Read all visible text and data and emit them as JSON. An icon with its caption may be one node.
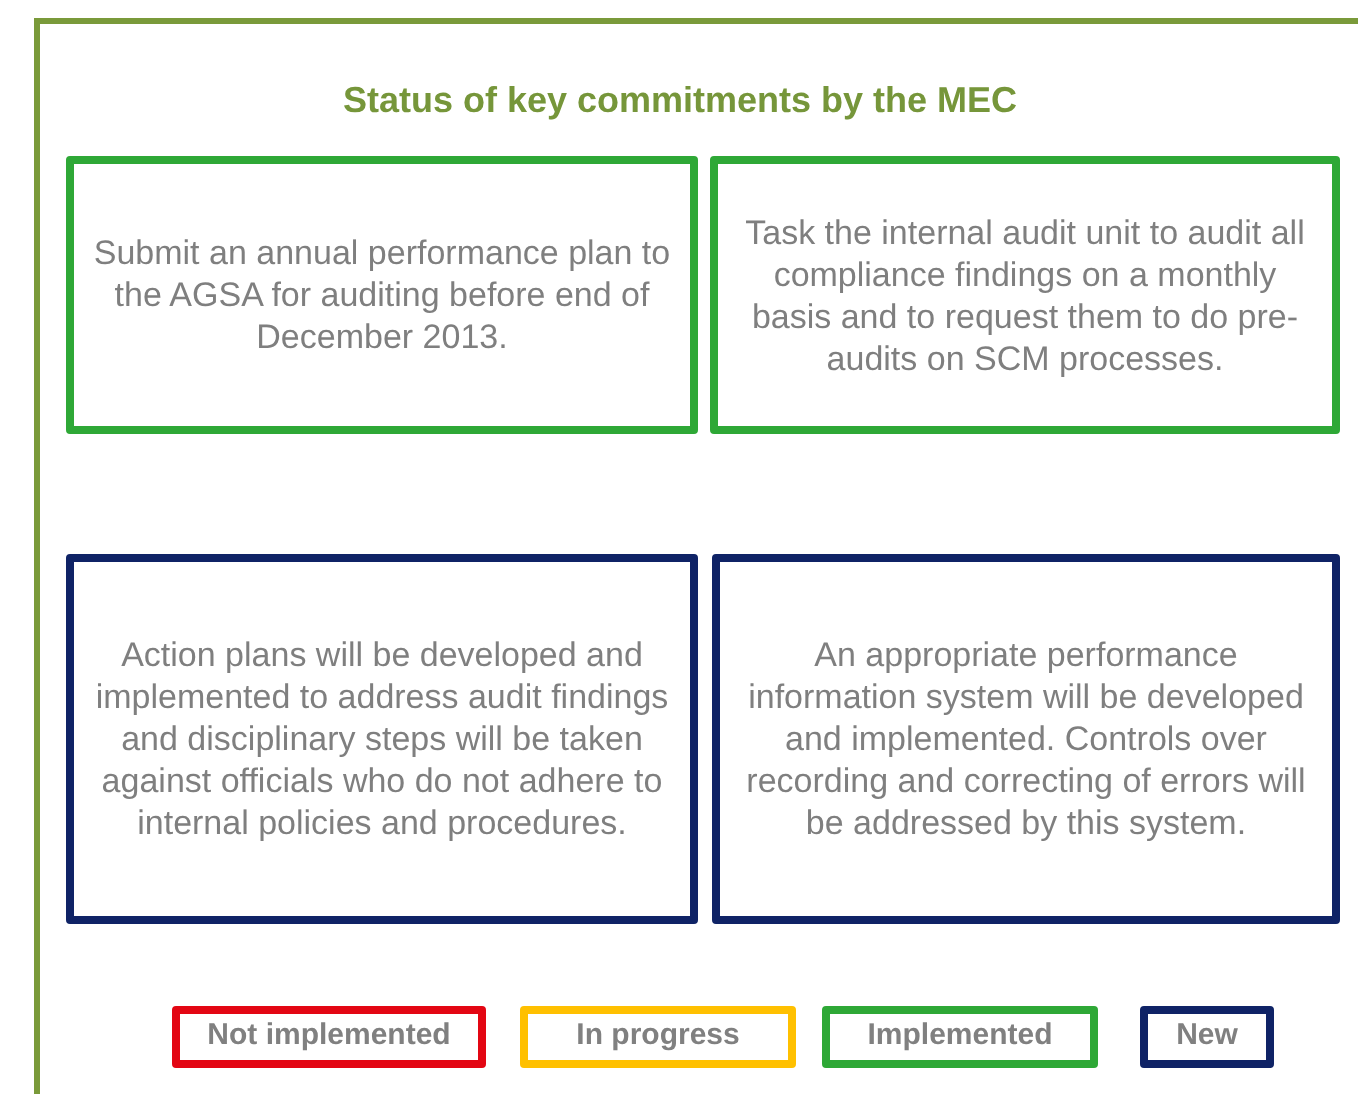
{
  "diagram": {
    "title": "Status of key commitments by the MEC",
    "nodes": [
      {
        "text": [
          "Submit an annual performance plan to the AGSA for auditing before end of December 2013."
        ]
      },
      {
        "text": [
          "Task the internal audit unit to audit all compliance findings on a monthly basis and to request them to do pre-audits on SCM processes."
        ]
      },
      {
        "text": [
          "Action plans will be developed and implemented to address audit findings and disciplinary steps will be taken against officials who do not adhere to internal policies and procedures."
        ]
      },
      {
        "text": [
          "An appropriate performance information system will be developed and implemented. Controls over recording and correcting of errors will be addressed by this system."
        ]
      }
    ],
    "legend": [
      {
        "text": "Not implemented",
        "color": "#e30613"
      },
      {
        "text": "In progress",
        "color": "#ffc000"
      },
      {
        "text": "Implemented",
        "color": "#2ea836"
      },
      {
        "text": "New",
        "color": "#0f2366"
      }
    ]
  }
}
